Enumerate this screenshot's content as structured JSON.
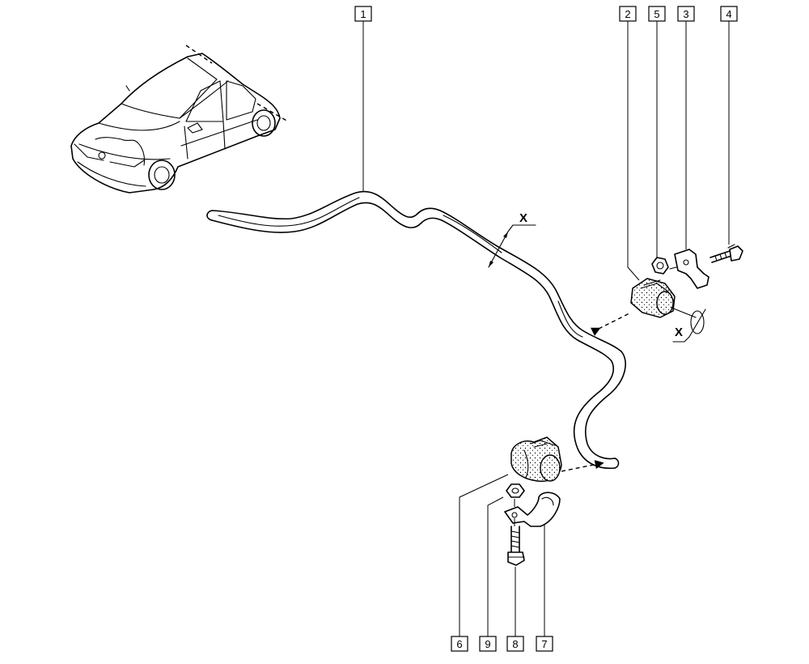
{
  "section_marks": {
    "upper": "X",
    "lower": "X"
  },
  "callouts": [
    {
      "id": "c1",
      "label": "1"
    },
    {
      "id": "c2",
      "label": "2"
    },
    {
      "id": "c5",
      "label": "5"
    },
    {
      "id": "c3",
      "label": "3"
    },
    {
      "id": "c4",
      "label": "4"
    },
    {
      "id": "c6",
      "label": "6"
    },
    {
      "id": "c9",
      "label": "9"
    },
    {
      "id": "c8",
      "label": "8"
    },
    {
      "id": "c7",
      "label": "7"
    }
  ],
  "colors": {
    "ink": "#000000",
    "paper": "#ffffff"
  }
}
